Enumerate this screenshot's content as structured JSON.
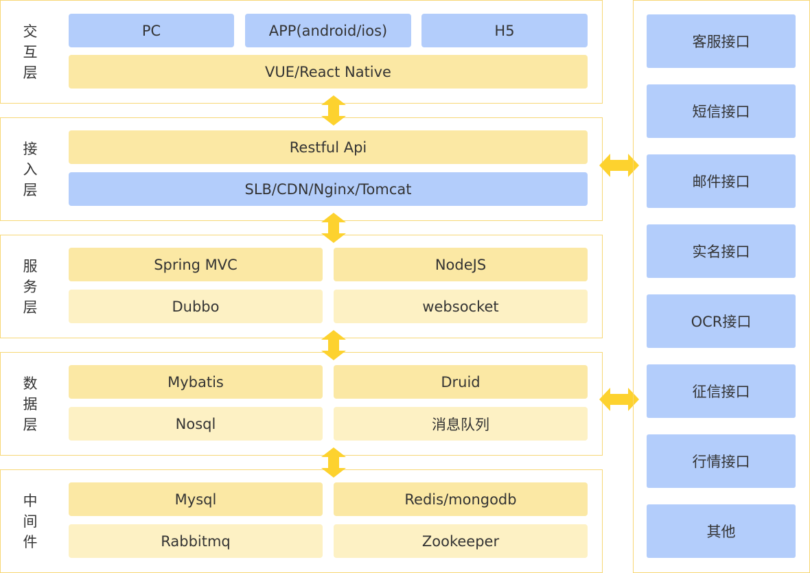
{
  "layers": {
    "interaction": {
      "label": "交\n互\n层",
      "items": [
        "PC",
        "APP(android/ios)",
        "H5",
        "VUE/React Native"
      ]
    },
    "access": {
      "label": "接\n入\n层",
      "items": [
        "Restful Api",
        "SLB/CDN/Nginx/Tomcat"
      ]
    },
    "service": {
      "label": "服\n务\n层",
      "items": [
        "Spring MVC",
        "NodeJS",
        "Dubbo",
        "websocket"
      ]
    },
    "data": {
      "label": "数\n据\n层",
      "items": [
        "Mybatis",
        "Druid",
        "Nosql",
        "消息队列"
      ]
    },
    "middleware": {
      "label": "中\n间\n件",
      "items": [
        "Mysql",
        "Redis/mongodb",
        "Rabbitmq",
        "Zookeeper"
      ]
    }
  },
  "interfaces": [
    "客服接口",
    "短信接口",
    "邮件接口",
    "实名接口",
    "OCR接口",
    "征信接口",
    "行情接口",
    "其他"
  ],
  "colors": {
    "border": "#f7d774",
    "blue_box": "#b3cdfb",
    "yellow_box": "#fbe8a4",
    "light_yellow_box": "#fdf1c4",
    "arrow": "#fdd22e"
  }
}
